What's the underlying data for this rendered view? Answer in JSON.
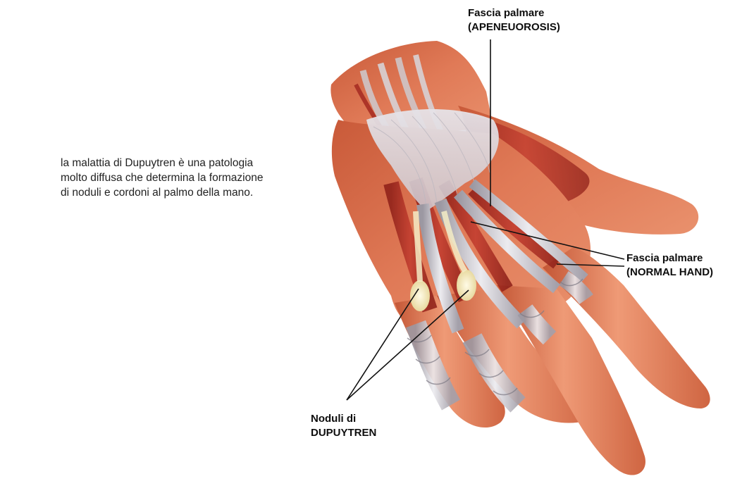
{
  "description": "la malattia di Dupuytren è una patologia molto diffusa che determina la formazione di noduli e cordoni al palmo della mano.",
  "labels": {
    "aponeurosis": {
      "line1": "Fascia palmare",
      "line2": "(APENEUOROSIS)"
    },
    "normal_hand": {
      "line1": "Fascia palmare",
      "line2": "(NORMAL HAND)"
    },
    "nodules": {
      "line1": "Noduli di",
      "line2": "DUPUYTREN"
    }
  },
  "colors": {
    "skin": "#e27a55",
    "skin_light": "#f2a07e",
    "skin_dark": "#b94a2c",
    "muscle": "#b8342a",
    "muscle_dark": "#8a1d17",
    "tendon": "#d9d6dc",
    "tendon_shadow": "#9d9aa3",
    "nodule": "#f3ecc8",
    "leader": "#111111"
  }
}
